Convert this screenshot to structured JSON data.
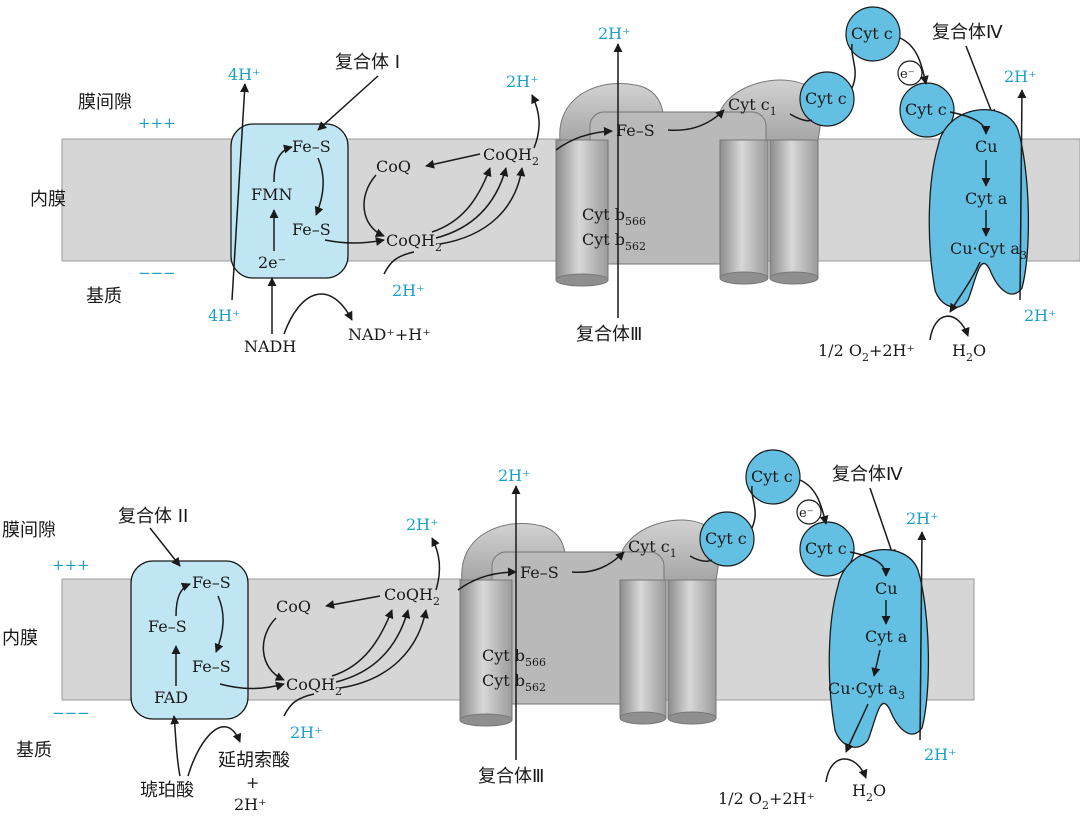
{
  "panels": [
    {
      "region_intermembrane": "膜间隙",
      "region_membrane": "内膜",
      "region_matrix": "基质",
      "charge_plus": "+++",
      "charge_minus": "−−−",
      "complex_entry_name": "复合体 I",
      "entry_chain": [
        "Fe–S",
        "FMN",
        "Fe–S",
        "2e⁻"
      ],
      "entry_top_proton": "4H⁺",
      "entry_bottom_proton": "4H⁺",
      "substrate": "NADH",
      "product": "NAD⁺+H⁺",
      "product_extra": "",
      "coq": "CoQ",
      "coqh2": "CoQH",
      "proton_coqh2_top": "2H⁺",
      "proton_coqh2_bottom": "2H⁺",
      "complex3_name": "复合体Ⅲ",
      "complex3_proton": "2H⁺",
      "complex3_fes": "Fe–S",
      "complex3_cytc1": "Cyt c",
      "cyt_b566": "Cyt b",
      "cyt_b562": "Cyt b",
      "cyt_c": "Cyt c",
      "electron": "e⁻",
      "complex4_name": "复合体Ⅳ",
      "complex4_chain": [
        "Cu",
        "Cyt a",
        "Cu·Cyt a"
      ],
      "complex4_top_proton": "2H⁺",
      "complex4_bottom_proton": "2H⁺",
      "oxygen": "1/2 O",
      "oxygen_tail": "+2H⁺",
      "water": "H",
      "water_tail": "O"
    },
    {
      "region_intermembrane": "膜间隙",
      "region_membrane": "内膜",
      "region_matrix": "基质",
      "charge_plus": "+++",
      "charge_minus": "−−−",
      "complex_entry_name": "复合体 II",
      "entry_chain": [
        "Fe–S",
        "Fe–S",
        "Fe–S",
        "FAD"
      ],
      "entry_top_proton": "",
      "entry_bottom_proton": "",
      "substrate": "琥珀酸",
      "product": "延胡索酸",
      "product_extra": "+",
      "product_extra2": "2H⁺",
      "coq": "CoQ",
      "coqh2": "CoQH",
      "proton_coqh2_top": "2H⁺",
      "proton_coqh2_bottom": "2H⁺",
      "complex3_name": "复合体Ⅲ",
      "complex3_proton": "2H⁺",
      "complex3_fes": "Fe–S",
      "complex3_cytc1": "Cyt c",
      "cyt_b566": "Cyt b",
      "cyt_b562": "Cyt b",
      "cyt_c": "Cyt c",
      "electron": "e⁻",
      "complex4_name": "复合体Ⅳ",
      "complex4_chain": [
        "Cu",
        "Cyt a",
        "Cu·Cyt a"
      ],
      "complex4_top_proton": "2H⁺",
      "complex4_bottom_proton": "2H⁺",
      "oxygen": "1/2 O",
      "oxygen_tail": "+2H⁺",
      "water": "H",
      "water_tail": "O"
    }
  ],
  "subscripts": {
    "two": "2",
    "one": "1",
    "three": "3",
    "b566": "566",
    "b562": "562"
  },
  "colors": {
    "complex_fill_light": "#bfe6f2",
    "complex4_fill": "#63c0e2",
    "membrane": "#d6d6d6",
    "proton": "#1aa0c8",
    "complex3": "#a9a9a9"
  }
}
